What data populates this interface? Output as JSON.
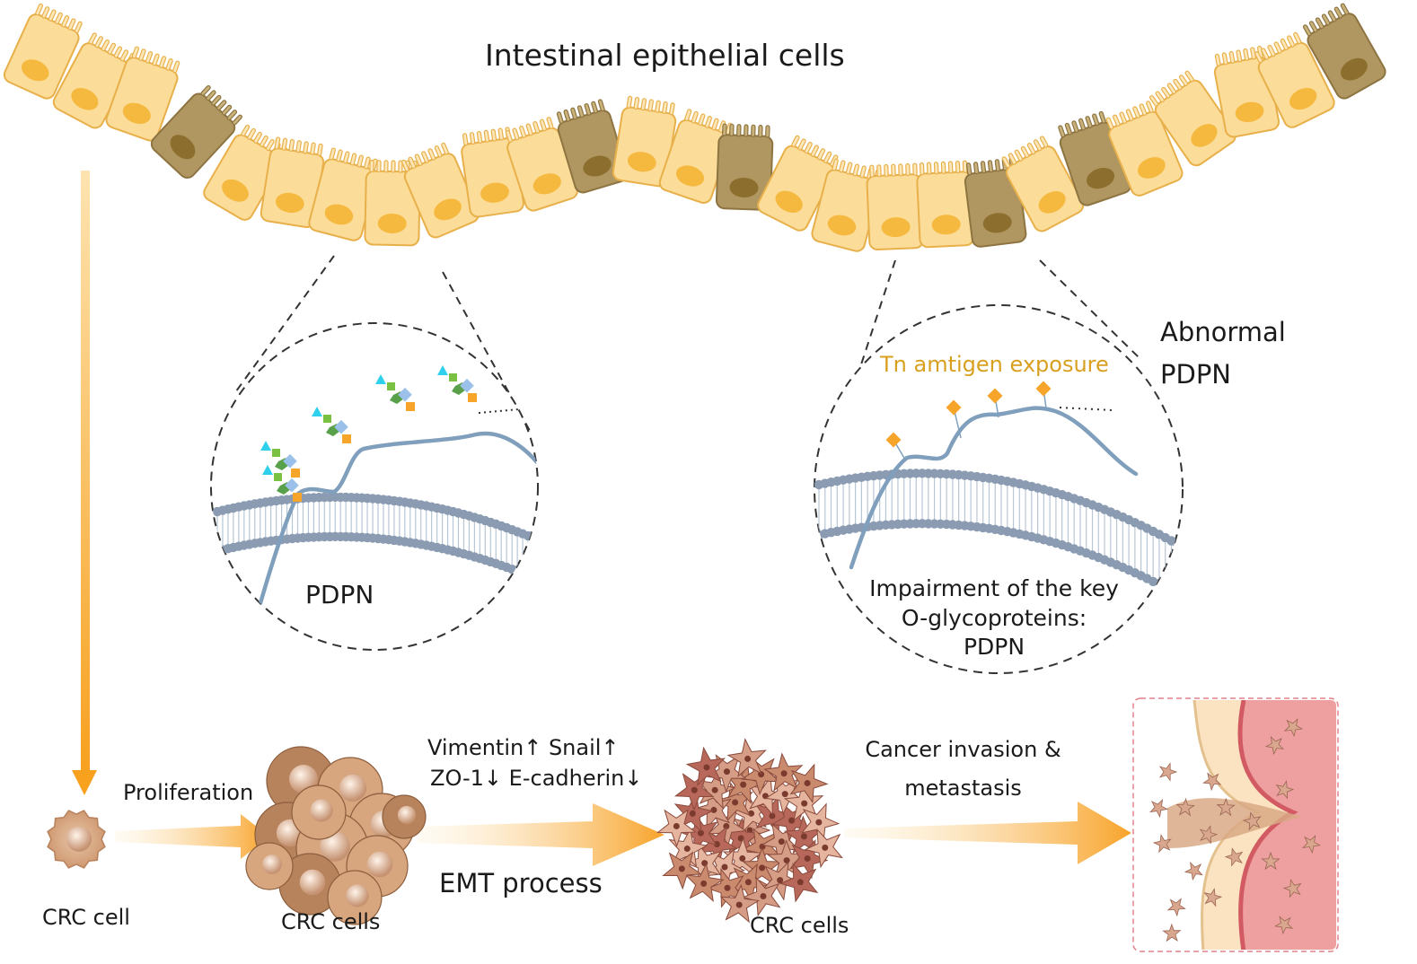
{
  "title": "Intestinal epithelial cells",
  "normal_zoom": {
    "label": "PDPN"
  },
  "abnormal_zoom": {
    "side_label_line1": "Abnormal",
    "side_label_line2": "PDPN",
    "tn_label": "Tn amtigen exposure",
    "caption_line1": "Impairment of the key",
    "caption_line2": "O-glycoproteins:",
    "caption_line3": "PDPN"
  },
  "bottom": {
    "crc_cell": "CRC cell",
    "proliferation": "Proliferation",
    "crc_cells_1": "CRC cells",
    "markers_line1": "Vimentin↑  Snail↑",
    "markers_line2": "ZO-1↓  E-cadherin↓",
    "emt": "EMT process",
    "crc_cells_2": "CRC cells",
    "invasion_line1": "Cancer invasion &",
    "invasion_line2": "metastasis"
  },
  "colors": {
    "cell_fill": "#fbdc98",
    "cell_stroke": "#e8b04a",
    "nucleus": "#f6b940",
    "goblet_fill": "#b09660",
    "goblet_nucleus": "#8c6e2e",
    "membrane": "#8a9bb2",
    "protein": "#7f9fbc",
    "arrow": "#f8a62a",
    "tn_text": "#d9a020"
  }
}
